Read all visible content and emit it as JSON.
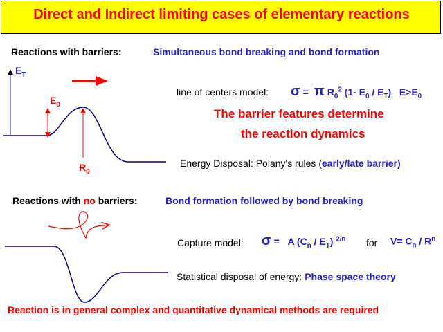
{
  "title": "Direct and Indirect limiting cases of elementary reactions",
  "section1": {
    "heading": "Reactions with barriers:",
    "subheading": "Simultaneous bond breaking  and bond formation",
    "axis_label": "E",
    "axis_sub": "T",
    "e0_label": "E",
    "e0_sub": "0",
    "r0_label": "R",
    "r0_sub": "0",
    "model_prefix": "line of centers model:",
    "sigma": "σ",
    "eq": "=",
    "pi": "π",
    "formula_R": "R",
    "formula_R_sub": "0",
    "formula_R_sup": "2",
    "formula_rest_a": "(1- E",
    "formula_rest_sub": "0",
    "formula_rest_b": "/ E",
    "formula_rest_sub2": "T",
    "formula_rest_c": ")",
    "condition": "E>E",
    "condition_sub": "0",
    "barrier_line1": "The barrier features determine",
    "barrier_line2": "the reaction dynamics",
    "energy_prefix": "Energy Disposal: Polany's rules (",
    "energy_highlight": "early/late barrier)"
  },
  "section2": {
    "heading_a": "Reactions with",
    "heading_no": "no",
    "heading_b": "barriers:",
    "subheading": "Bond formation followed by bond breaking",
    "capture_prefix": "Capture model:",
    "sigma": "σ",
    "eq": "=",
    "cap_a": "A (C",
    "cap_sub_n": "n",
    "cap_b": "/ E",
    "cap_sub_T": "T",
    "cap_c": ")",
    "cap_sup": "2/n",
    "for_word": "for",
    "v_a": "V= C",
    "v_sub": "n",
    "v_b": "/ R",
    "v_sup": "n",
    "stat_prefix": "Statistical disposal of energy:",
    "stat_highlight": "Phase space theory"
  },
  "footer": "Reaction is in general complex and quantitative  dynamical methods are required",
  "colors": {
    "title_bg": "#ffff00",
    "title_text": "#ff0000",
    "accent_blue": "#2020cc",
    "accent_red": "#ff0000",
    "curve": "#000080"
  }
}
